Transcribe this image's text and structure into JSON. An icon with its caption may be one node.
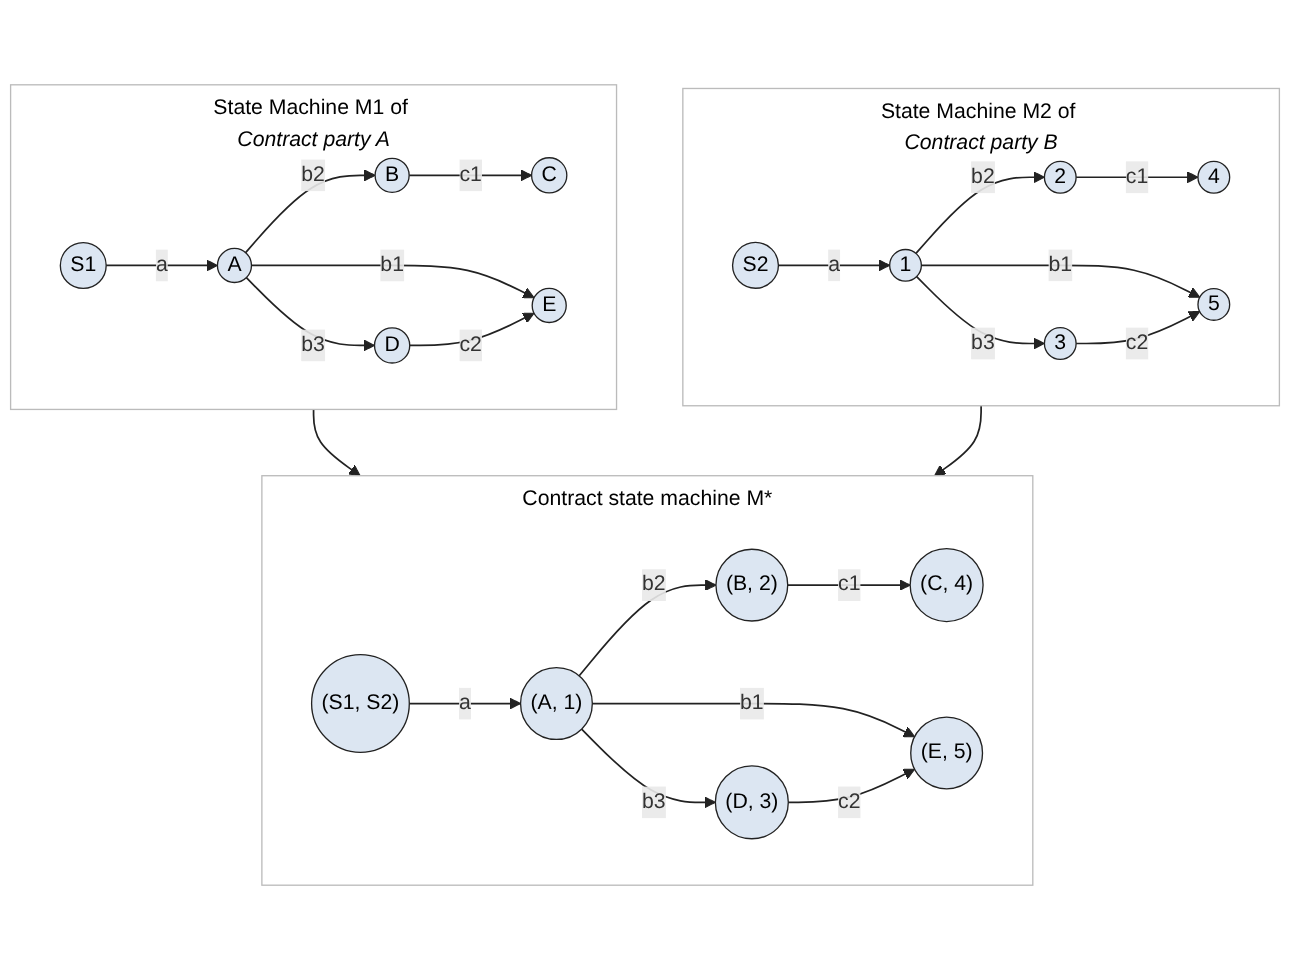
{
  "diagram": {
    "nodes": [
      {
        "text": [
          "State Machine M1 of *Contract party A*"
        ]
      },
      {
        "text": [
          "S1"
        ],
        "in": 0
      },
      {
        "text": [
          "A"
        ],
        "in": 0
      },
      {
        "text": [
          "B"
        ],
        "in": 0
      },
      {
        "text": [
          "C"
        ],
        "in": 0
      },
      {
        "text": [
          "D"
        ],
        "in": 0
      },
      {
        "text": [
          "E"
        ],
        "in": 0
      },
      {
        "text": [
          "State Machine M2 of *Contract party B*"
        ]
      },
      {
        "text": [
          "S2"
        ],
        "in": 7
      },
      {
        "text": [
          "1"
        ],
        "in": 7
      },
      {
        "text": [
          "2"
        ],
        "in": 7
      },
      {
        "text": [
          "4"
        ],
        "in": 7
      },
      {
        "text": [
          "3"
        ],
        "in": 7
      },
      {
        "text": [
          "5"
        ],
        "in": 7
      },
      {
        "text": [
          "Contract state machine M*"
        ]
      },
      {
        "text": [
          "(S1, S2)"
        ],
        "in": 14
      },
      {
        "text": [
          "(A, 1)"
        ],
        "in": 14
      },
      {
        "text": [
          "(B, 2)"
        ],
        "in": 14
      },
      {
        "text": [
          "(C, 4)"
        ],
        "in": 14
      },
      {
        "text": [
          "(D, 3)"
        ],
        "in": 14
      },
      {
        "text": [
          "(E, 5)"
        ],
        "in": 14
      }
    ],
    "edges": [
      {
        "from": 1,
        "to": 2,
        "arrow": "to",
        "label": "a"
      },
      {
        "from": 2,
        "to": 3,
        "arrow": "to",
        "label": "b2"
      },
      {
        "from": 3,
        "to": 4,
        "arrow": "to",
        "label": "c1"
      },
      {
        "from": 2,
        "to": 6,
        "arrow": "to",
        "label": "b1"
      },
      {
        "from": 2,
        "to": 5,
        "arrow": "to",
        "label": "b3"
      },
      {
        "from": 5,
        "to": 6,
        "arrow": "to",
        "label": "c2"
      },
      {
        "from": 8,
        "to": 9,
        "arrow": "to",
        "label": "a"
      },
      {
        "from": 9,
        "to": 10,
        "arrow": "to",
        "label": "b2"
      },
      {
        "from": 10,
        "to": 11,
        "arrow": "to",
        "label": "c1"
      },
      {
        "from": 9,
        "to": 13,
        "arrow": "to",
        "label": "b1"
      },
      {
        "from": 9,
        "to": 12,
        "arrow": "to",
        "label": "b3"
      },
      {
        "from": 12,
        "to": 13,
        "arrow": "to",
        "label": "c2"
      },
      {
        "from": 15,
        "to": 16,
        "arrow": "to",
        "label": "a"
      },
      {
        "from": 16,
        "to": 17,
        "arrow": "to",
        "label": "b2"
      },
      {
        "from": 17,
        "to": 18,
        "arrow": "to",
        "label": "c1"
      },
      {
        "from": 16,
        "to": 20,
        "arrow": "to",
        "label": "b1"
      },
      {
        "from": 16,
        "to": 19,
        "arrow": "to",
        "label": "b3"
      },
      {
        "from": 19,
        "to": 20,
        "arrow": "to",
        "label": "c2"
      },
      {
        "from": 0,
        "to": 14,
        "arrow": "to"
      },
      {
        "from": 7,
        "to": 14,
        "arrow": "to"
      }
    ]
  }
}
